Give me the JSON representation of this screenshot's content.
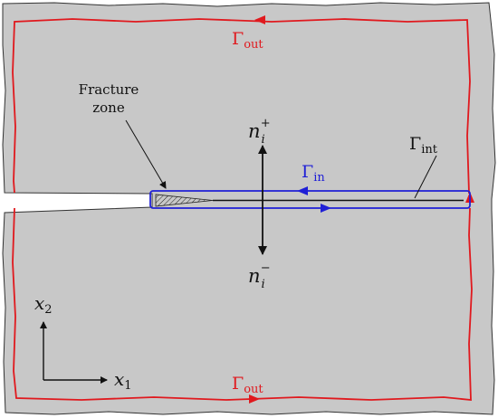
{
  "colors": {
    "body_fill": "#c8c8c8",
    "outer_contour": "#e0191e",
    "inner_contour": "#1f1fd6",
    "ink": "#111111"
  },
  "labels": {
    "gamma_out_top": {
      "symbol": "Γ",
      "sub": "out"
    },
    "gamma_out_bottom": {
      "symbol": "Γ",
      "sub": "out"
    },
    "gamma_in": {
      "symbol": "Γ",
      "sub": "in"
    },
    "gamma_int": {
      "symbol": "Γ",
      "sub": "int"
    },
    "n_plus": {
      "symbol": "n",
      "sub": "i",
      "sup": "+"
    },
    "n_minus": {
      "symbol": "n",
      "sub": "i",
      "sup": "−"
    },
    "x1": {
      "symbol": "x",
      "sub": "1"
    },
    "x2": {
      "symbol": "x",
      "sub": "2"
    },
    "fracture_zone": [
      "Fracture",
      "zone"
    ]
  }
}
